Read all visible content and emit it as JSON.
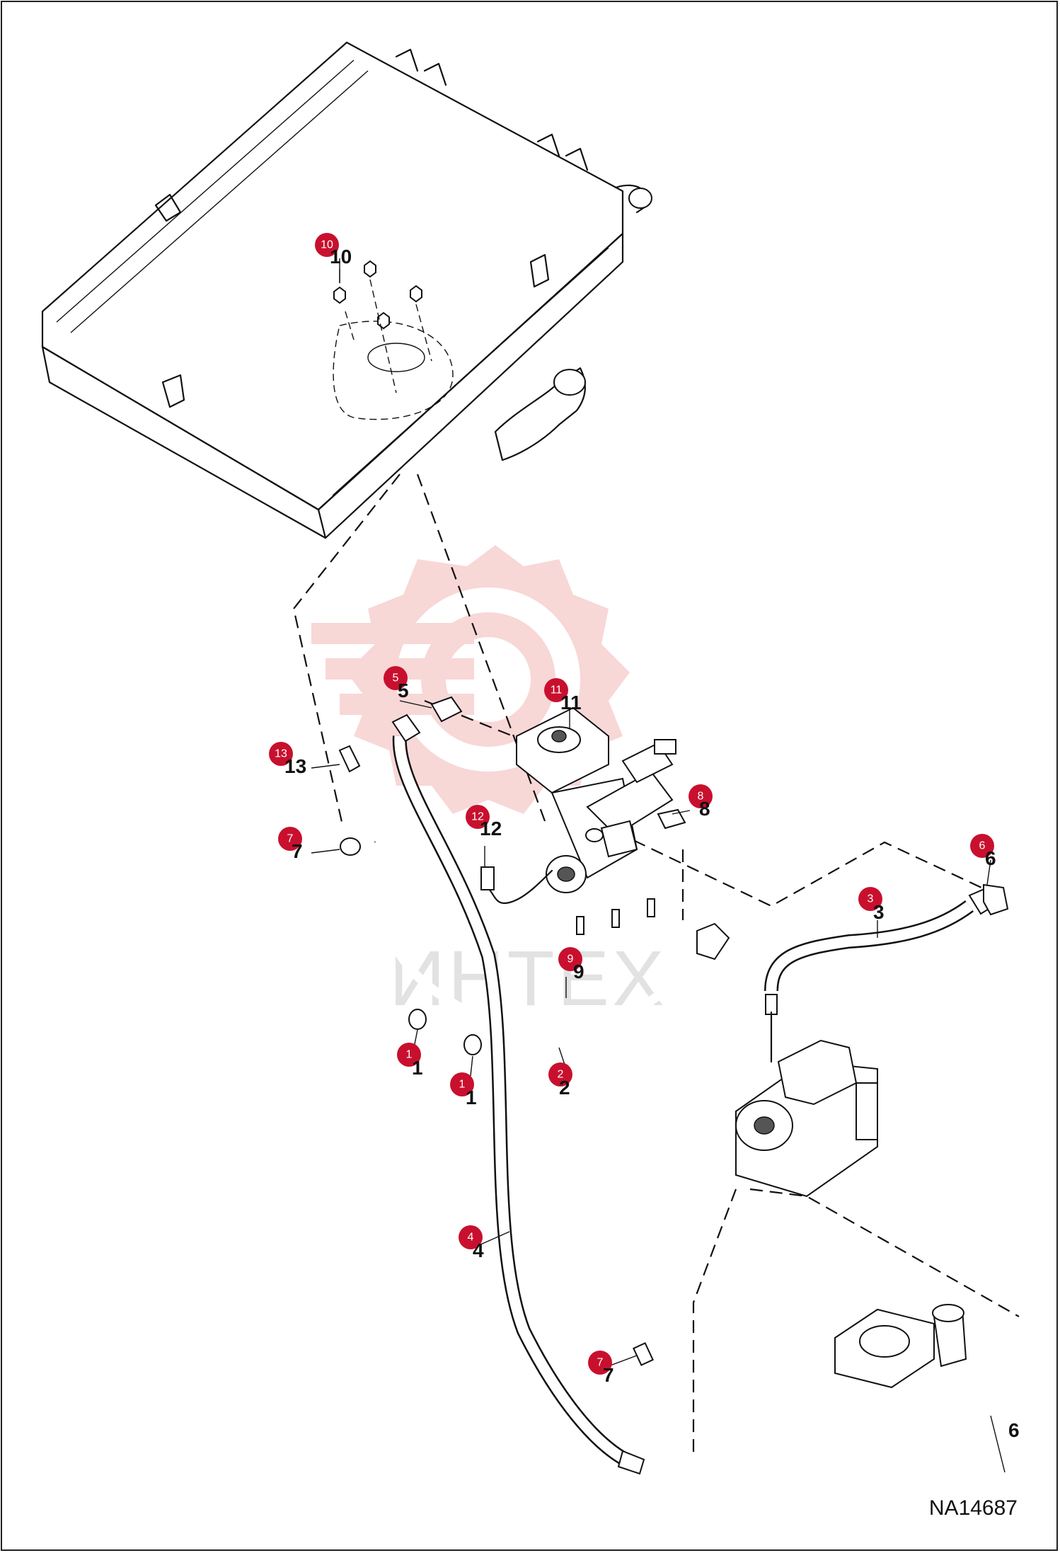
{
  "drawing_number": "NA14687",
  "watermark_text": "ИНТЕХ",
  "accent_color": "#c8102e",
  "watermark_color": "#f4b8b8",
  "callouts": [
    {
      "id": "1a",
      "label": "1"
    },
    {
      "id": "1b",
      "label": "1"
    },
    {
      "id": "2",
      "label": "2"
    },
    {
      "id": "3",
      "label": "3"
    },
    {
      "id": "4",
      "label": "4"
    },
    {
      "id": "5",
      "label": "5"
    },
    {
      "id": "6",
      "label": "6"
    },
    {
      "id": "7a",
      "label": "7"
    },
    {
      "id": "7b",
      "label": "7"
    },
    {
      "id": "8",
      "label": "8"
    },
    {
      "id": "9",
      "label": "9"
    },
    {
      "id": "10",
      "label": "10"
    },
    {
      "id": "11",
      "label": "11"
    },
    {
      "id": "12",
      "label": "12"
    },
    {
      "id": "13",
      "label": "13"
    }
  ]
}
